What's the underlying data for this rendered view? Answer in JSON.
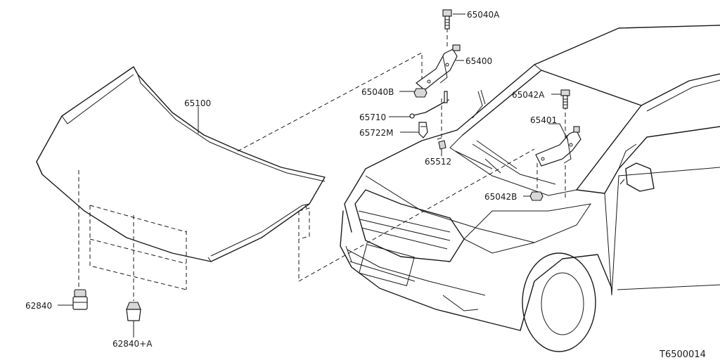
{
  "labels": {
    "p65040A": "65040A",
    "p65400": "65400",
    "p65040B": "65040B",
    "p65100": "65100",
    "p65710": "65710",
    "p65722M": "65722M",
    "p65512": "65512",
    "p65042A": "65042A",
    "p65401": "65401",
    "p65042B": "65042B",
    "p62840": "62840",
    "p62840A": "62840+A"
  },
  "figure_code": "T6500014"
}
